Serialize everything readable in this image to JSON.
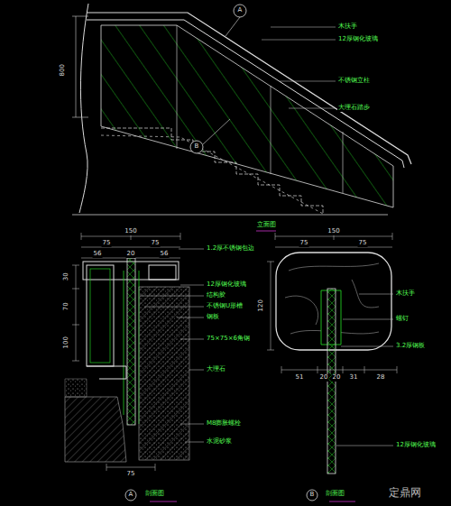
{
  "diagram": {
    "labels": [
      "800",
      "木扶手",
      "12厚钢化玻璃",
      "不锈钢立柱",
      "大理石踏步",
      "A",
      "B",
      "立面图",
      "150",
      "75",
      "75",
      "56",
      "20",
      "56",
      "1.2厚不锈钢包边",
      "12厚钢化玻璃",
      "结构胶",
      "不锈钢U形槽",
      "钢板",
      "75×75×6角钢",
      "大理石",
      "M8膨胀螺栓",
      "水泥砂浆",
      "30",
      "70",
      "100",
      "75",
      "A",
      "剖面图",
      "150",
      "75",
      "75",
      "木扶手",
      "螺钉",
      "120",
      "3.2厚钢板",
      "51",
      "20",
      "20",
      "31",
      "28",
      "12厚钢化玻璃",
      "B",
      "剖面图",
      "定鼎网"
    ]
  }
}
